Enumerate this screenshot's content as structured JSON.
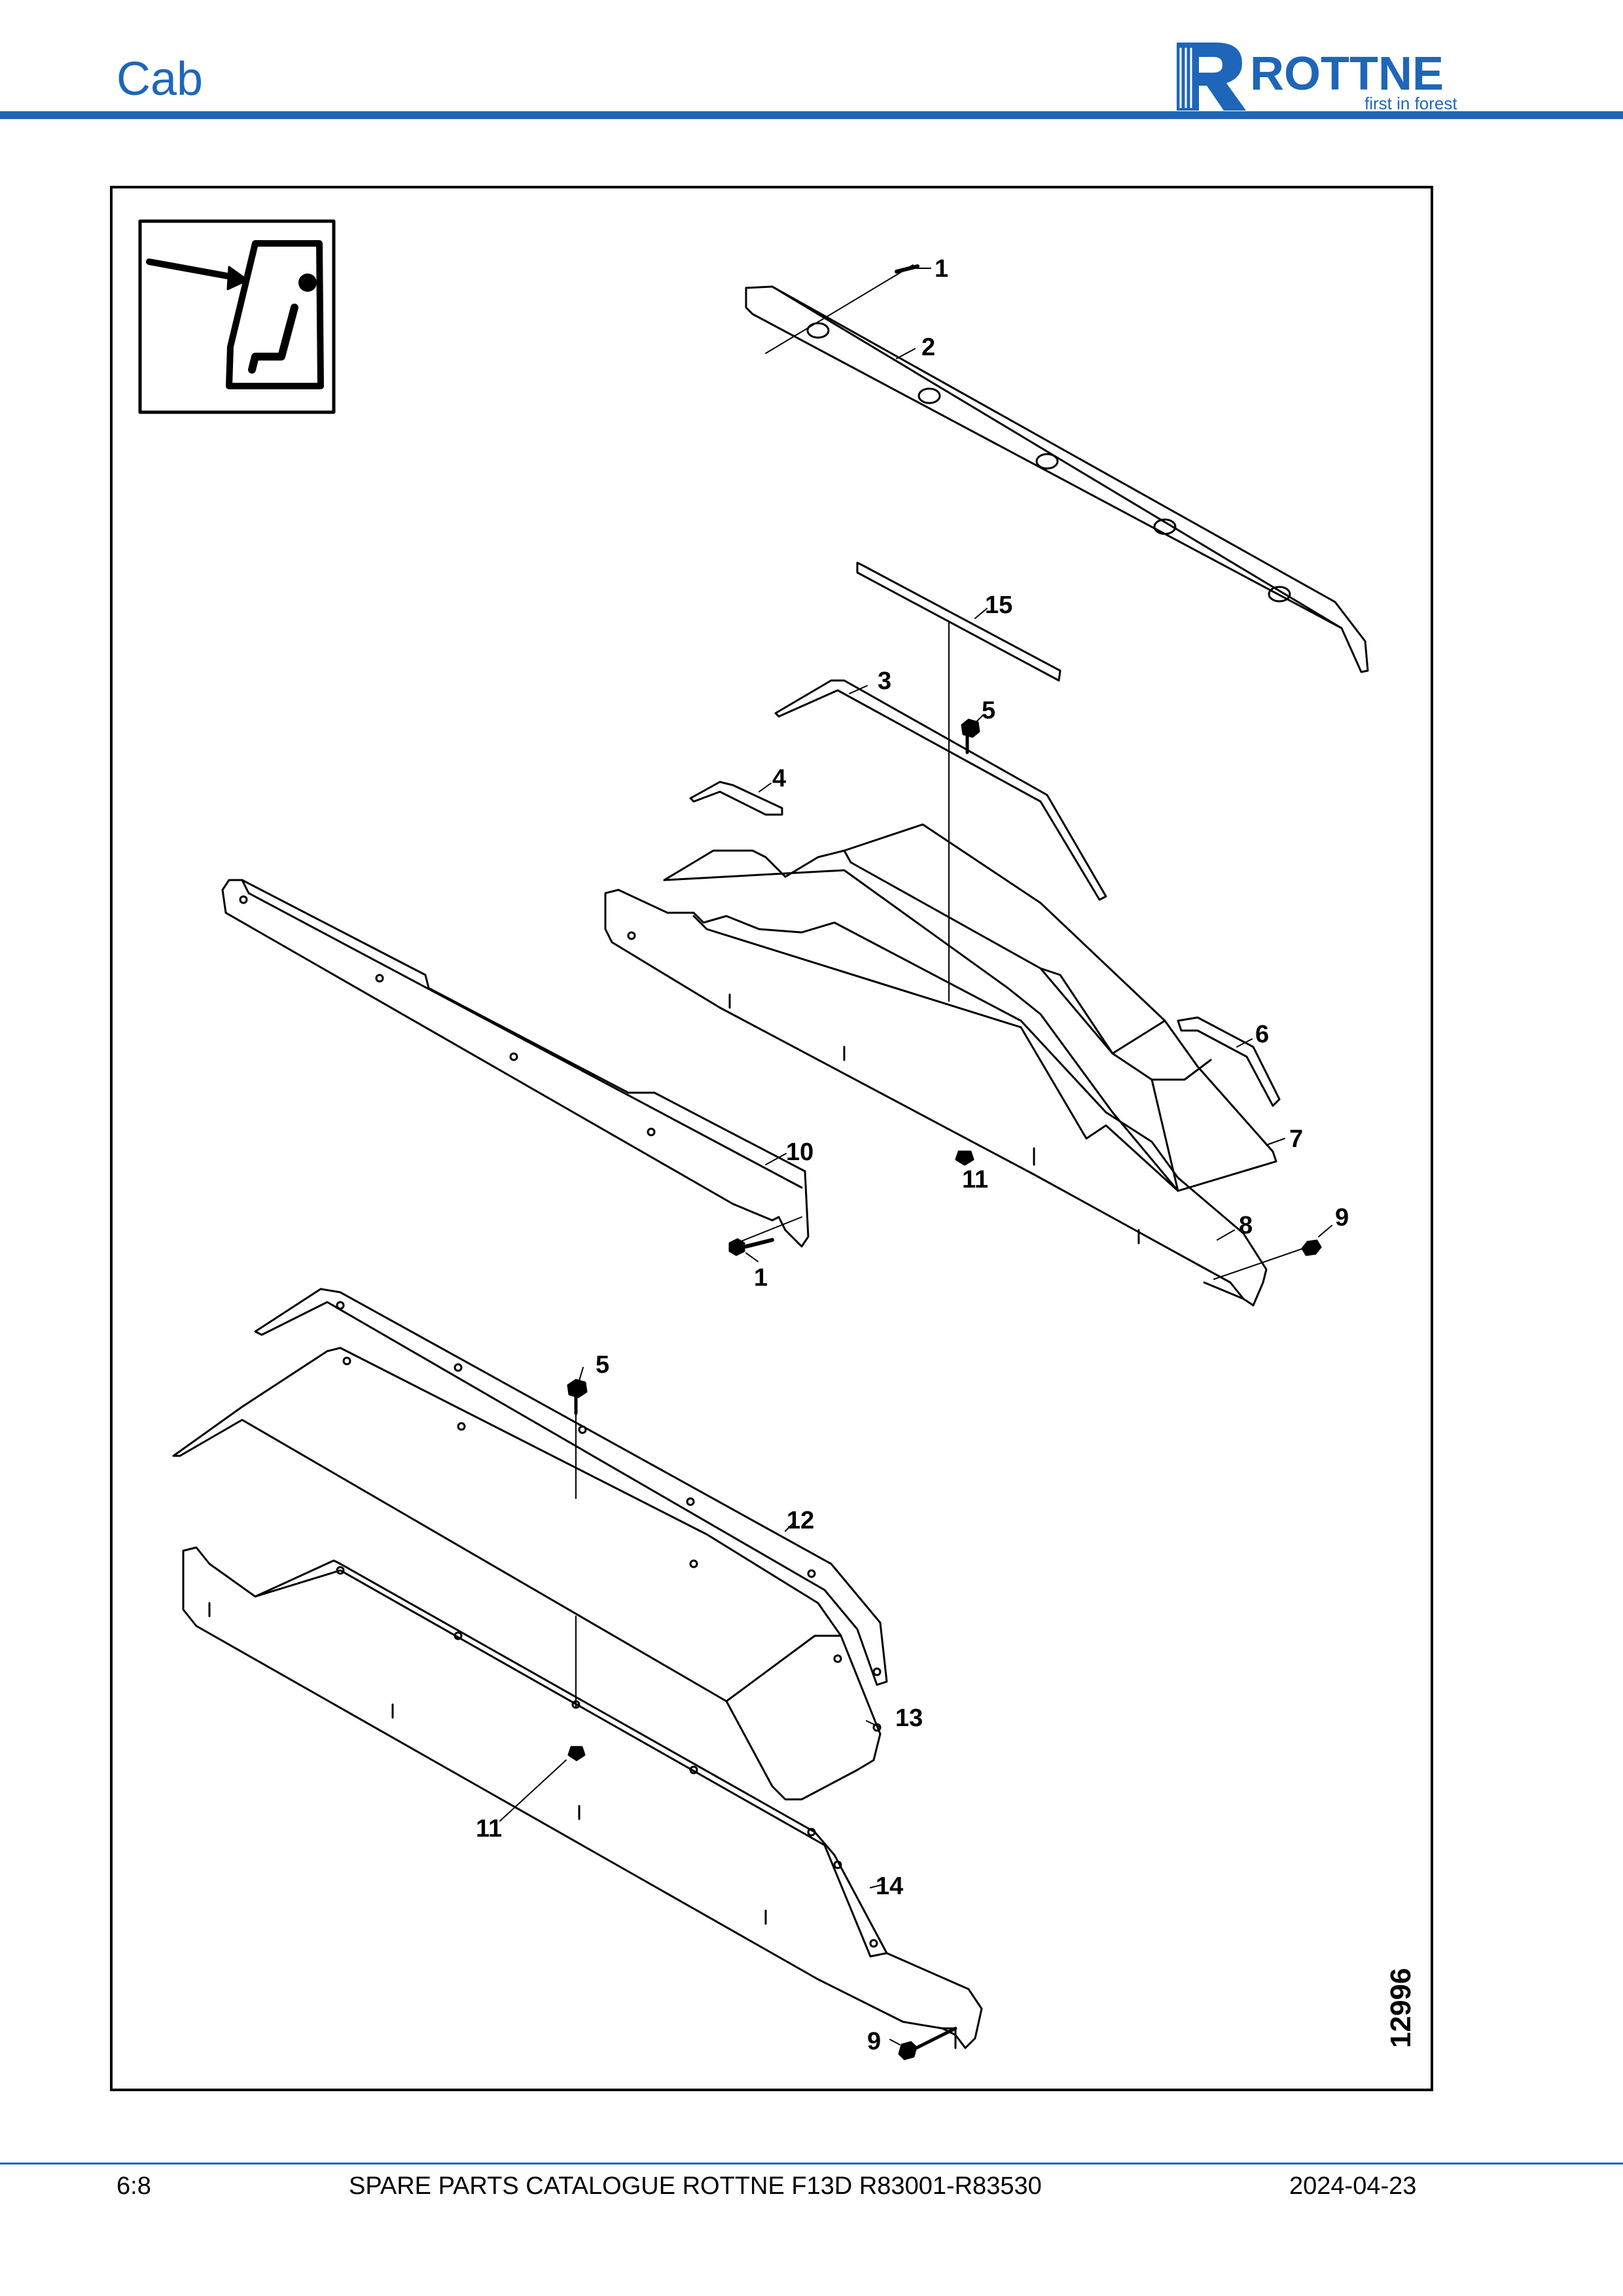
{
  "header": {
    "section_title": "Cab",
    "logo_text": "ROTTNE",
    "logo_tagline": "first in forest"
  },
  "diagram": {
    "figure_number": "12996",
    "callouts": [
      {
        "id": "c1a",
        "label": "1"
      },
      {
        "id": "c2",
        "label": "2"
      },
      {
        "id": "c15",
        "label": "15"
      },
      {
        "id": "c3",
        "label": "3"
      },
      {
        "id": "c5a",
        "label": "5"
      },
      {
        "id": "c4",
        "label": "4"
      },
      {
        "id": "c6",
        "label": "6"
      },
      {
        "id": "c7",
        "label": "7"
      },
      {
        "id": "c10",
        "label": "10"
      },
      {
        "id": "c11a",
        "label": "11"
      },
      {
        "id": "c8",
        "label": "8"
      },
      {
        "id": "c9a",
        "label": "9"
      },
      {
        "id": "c1b",
        "label": "1"
      },
      {
        "id": "c5b",
        "label": "5"
      },
      {
        "id": "c12",
        "label": "12"
      },
      {
        "id": "c13",
        "label": "13"
      },
      {
        "id": "c11b",
        "label": "11"
      },
      {
        "id": "c14",
        "label": "14"
      },
      {
        "id": "c9b",
        "label": "9"
      }
    ]
  },
  "footer": {
    "page": "6:8",
    "catalogue": "SPARE PARTS CATALOGUE ROTTNE F13D R83001-R83530",
    "date": "2024-04-23"
  }
}
